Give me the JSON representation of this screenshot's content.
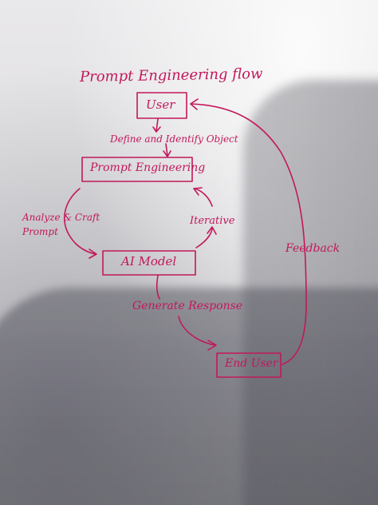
{
  "diagram": {
    "title": "Prompt Engineering flow",
    "nodes": {
      "user": "User",
      "prompt_engineering": "Prompt Engineering",
      "ai_model": "AI Model",
      "end_user": "End User"
    },
    "edges": {
      "define": "Define and Identify Object",
      "analyze": "Analyze & Craft Prompt",
      "iterative": "Iterative",
      "generate": "Generate Response",
      "feedback": "Feedback"
    },
    "ink_color": "#c2185b"
  }
}
